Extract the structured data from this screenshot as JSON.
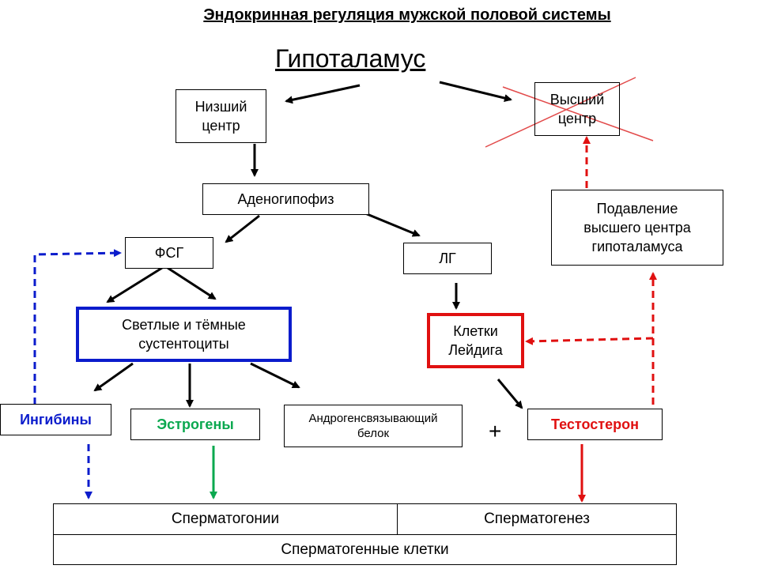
{
  "title": "Эндокринная регуляция мужской половой системы",
  "hypothalamus": "Гипоталамус",
  "nodes": {
    "lower_center": "Низший\nцентр",
    "higher_center": "Высший\nцентр",
    "adenohypophysis": "Аденогипофиз",
    "fsh": "ФСГ",
    "lh": "ЛГ",
    "sertoli": "Светлые и тёмные\nсустентоциты",
    "leydig": "Клетки\nЛейдига",
    "suppression": "Подавление\nвысшего центра\nгипоталамуса",
    "inhibins": "Ингибины",
    "estrogens": "Эстрогены",
    "abp": "Андрогенсвязывающий\nбелок",
    "testosterone": "Тестостерон"
  },
  "plus": "+",
  "bottom": {
    "spermatogonia": "Сперматогонии",
    "spermatogenesis": "Сперматогенез",
    "spermatogenic_cells": "Сперматогенные клетки"
  },
  "colors": {
    "blue": "#0b1ccc",
    "green": "#0aa84f",
    "red": "#e01010",
    "cross": "#e24a4a"
  }
}
